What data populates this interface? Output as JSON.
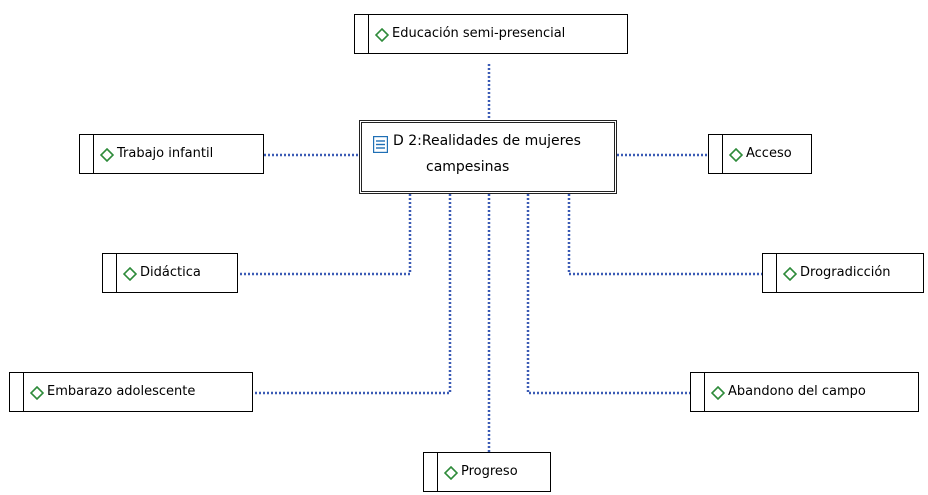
{
  "document": {
    "id_name": "D 2:Realidades de mujeres",
    "name_line2": "campesinas"
  },
  "codes": {
    "educacion": "Educación semi-presencial",
    "trabajo": "Trabajo infantil",
    "acceso": "Acceso",
    "didactica": "Didáctica",
    "drogradiccion": "Drogradicción",
    "embarazo": "Embarazo adolescente",
    "abandono": "Abandono del campo",
    "progreso": "Progreso"
  },
  "colors": {
    "code_icon": "#2e8b3a",
    "document_icon": "#1f6fb5",
    "link": "#3b5bb5"
  },
  "icons": {
    "code": "diamond-icon",
    "document": "document-icon"
  }
}
